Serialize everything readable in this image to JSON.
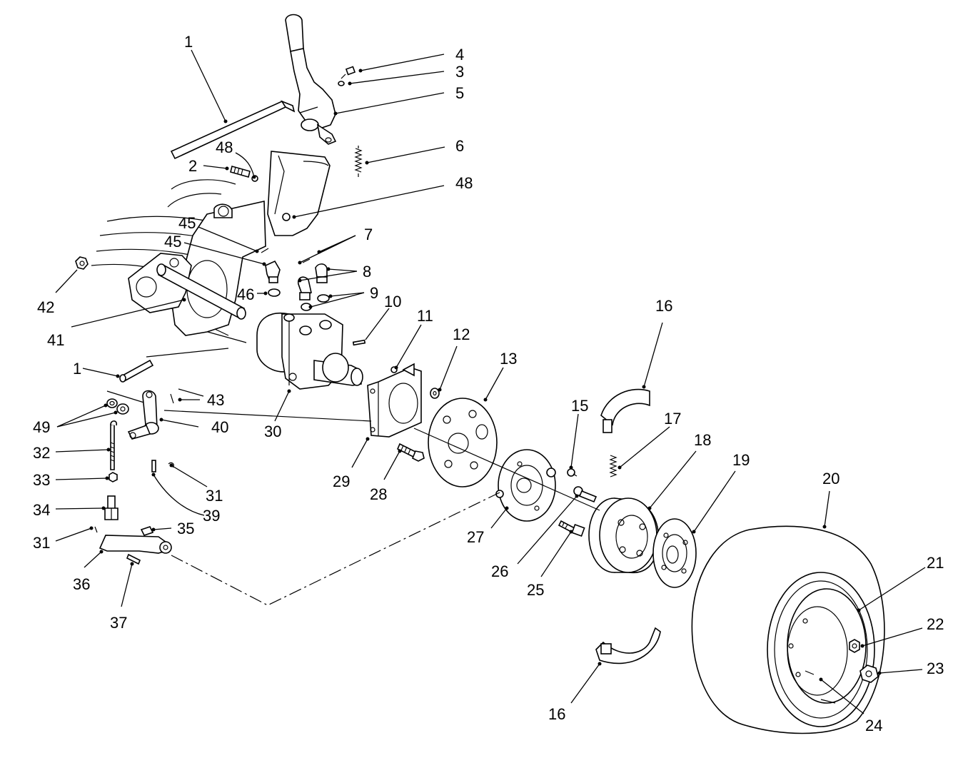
{
  "callouts": [
    {
      "id": "c1a",
      "label": "1"
    },
    {
      "id": "c1b",
      "label": "1"
    },
    {
      "id": "c2",
      "label": "2"
    },
    {
      "id": "c3",
      "label": "3"
    },
    {
      "id": "c4",
      "label": "4"
    },
    {
      "id": "c5",
      "label": "5"
    },
    {
      "id": "c6",
      "label": "6"
    },
    {
      "id": "c7",
      "label": "7"
    },
    {
      "id": "c8",
      "label": "8"
    },
    {
      "id": "c9",
      "label": "9"
    },
    {
      "id": "c10",
      "label": "10"
    },
    {
      "id": "c11",
      "label": "11"
    },
    {
      "id": "c12",
      "label": "12"
    },
    {
      "id": "c13",
      "label": "13"
    },
    {
      "id": "c15",
      "label": "15"
    },
    {
      "id": "c16a",
      "label": "16"
    },
    {
      "id": "c16b",
      "label": "16"
    },
    {
      "id": "c17",
      "label": "17"
    },
    {
      "id": "c18",
      "label": "18"
    },
    {
      "id": "c19",
      "label": "19"
    },
    {
      "id": "c20",
      "label": "20"
    },
    {
      "id": "c21",
      "label": "21"
    },
    {
      "id": "c22",
      "label": "22"
    },
    {
      "id": "c23",
      "label": "23"
    },
    {
      "id": "c24",
      "label": "24"
    },
    {
      "id": "c25",
      "label": "25"
    },
    {
      "id": "c26",
      "label": "26"
    },
    {
      "id": "c27",
      "label": "27"
    },
    {
      "id": "c28",
      "label": "28"
    },
    {
      "id": "c29",
      "label": "29"
    },
    {
      "id": "c30",
      "label": "30"
    },
    {
      "id": "c31a",
      "label": "31"
    },
    {
      "id": "c31b",
      "label": "31"
    },
    {
      "id": "c32",
      "label": "32"
    },
    {
      "id": "c33",
      "label": "33"
    },
    {
      "id": "c34",
      "label": "34"
    },
    {
      "id": "c35",
      "label": "35"
    },
    {
      "id": "c36",
      "label": "36"
    },
    {
      "id": "c37",
      "label": "37"
    },
    {
      "id": "c39",
      "label": "39"
    },
    {
      "id": "c40",
      "label": "40"
    },
    {
      "id": "c41",
      "label": "41"
    },
    {
      "id": "c42",
      "label": "42"
    },
    {
      "id": "c43",
      "label": "43"
    },
    {
      "id": "c45a",
      "label": "45"
    },
    {
      "id": "c45b",
      "label": "45"
    },
    {
      "id": "c46",
      "label": "46"
    },
    {
      "id": "c48a",
      "label": "48"
    },
    {
      "id": "c48b",
      "label": "48"
    },
    {
      "id": "c49",
      "label": "49"
    }
  ]
}
